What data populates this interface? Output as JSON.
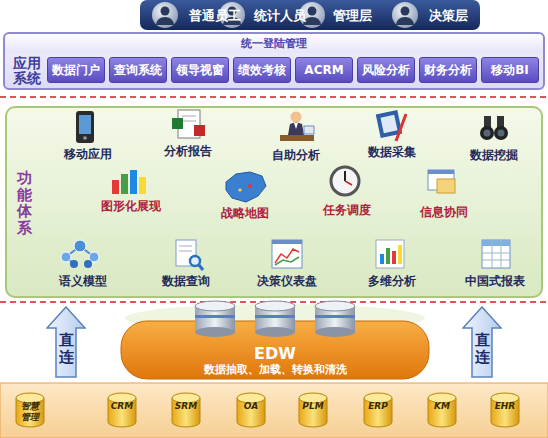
{
  "diagram": {
    "nodes": [
      {
        "text": [
          "应用系统"
        ]
      },
      {
        "text": [
          "统一登陆管理"
        ],
        "in": 0
      },
      {
        "text": [
          "数据门户"
        ],
        "in": 0
      },
      {
        "text": [
          "查询系统"
        ],
        "in": 0
      },
      {
        "text": [
          "领导视窗"
        ],
        "in": 0
      },
      {
        "text": [
          "绩效考核"
        ],
        "in": 0
      },
      {
        "text": [
          "ACRM"
        ],
        "in": 0
      },
      {
        "text": [
          "风险分析"
        ],
        "in": 0
      },
      {
        "text": [
          "财务分析"
        ],
        "in": 0
      },
      {
        "text": [
          "移动BI"
        ],
        "in": 0
      },
      {
        "text": [
          "功能体系"
        ]
      },
      {
        "text": [
          "直连"
        ]
      },
      {
        "text": [
          "EDW",
          "数据抽取、加载、转换和清洗"
        ]
      },
      {
        "text": [
          "直连"
        ]
      },
      {
        "text": [
          "智慧管理"
        ]
      },
      {
        "text": [
          "CRM"
        ]
      },
      {
        "text": [
          "SRM"
        ]
      },
      {
        "text": [
          "OA"
        ]
      },
      {
        "text": [
          "PLM"
        ]
      },
      {
        "text": [
          "ERP"
        ]
      },
      {
        "text": [
          "KM"
        ]
      },
      {
        "text": [
          "EHR"
        ]
      }
    ],
    "labels": [
      "普通员工",
      "统计人员",
      "管理层",
      "决策层",
      "移动应用",
      "分析报告",
      "自助分析",
      "数据采集",
      "数据挖掘",
      "图形化展现",
      "战略地图",
      "任务调度",
      "信息协同",
      "语义模型",
      "数据查询",
      "决策仪表盘",
      "多维分析",
      "中国式报表"
    ]
  }
}
